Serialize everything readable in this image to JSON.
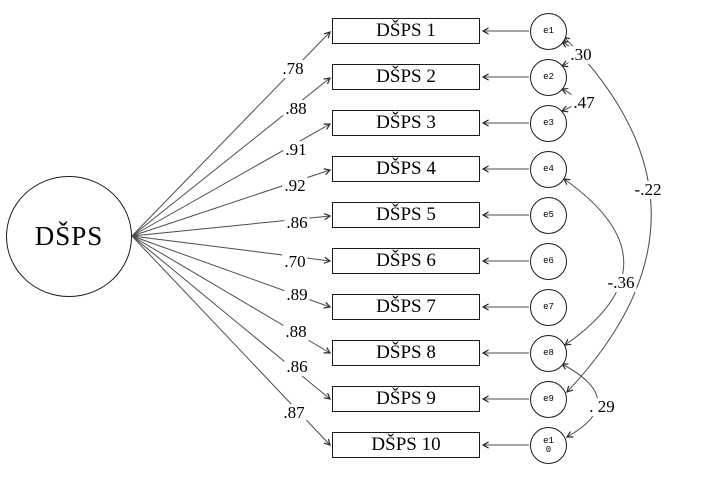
{
  "diagram": {
    "latent": {
      "label": "DŠPS"
    },
    "indicators": [
      {
        "label": "DŠPS 1",
        "loading": ".78",
        "error_label": "e1"
      },
      {
        "label": "DŠPS 2",
        "loading": ".88",
        "error_label": "e2"
      },
      {
        "label": "DŠPS 3",
        "loading": ".91",
        "error_label": "e3"
      },
      {
        "label": "DŠPS 4",
        "loading": ".92",
        "error_label": "e4"
      },
      {
        "label": "DŠPS 5",
        "loading": ".86",
        "error_label": "e5"
      },
      {
        "label": "DŠPS 6",
        "loading": ".70",
        "error_label": "e6"
      },
      {
        "label": "DŠPS 7",
        "loading": ".89",
        "error_label": "e7"
      },
      {
        "label": "DŠPS 8",
        "loading": ".88",
        "error_label": "e8"
      },
      {
        "label": "DŠPS 9",
        "loading": ".86",
        "error_label": "e9"
      },
      {
        "label": "DŠPS 10",
        "loading": ".87",
        "error_label": "e1\n0"
      }
    ],
    "error_correlations": [
      {
        "from": "e1",
        "to": "e2",
        "value": ".30"
      },
      {
        "from": "e2",
        "to": "e3",
        "value": ".47"
      },
      {
        "from": "e1",
        "to": "e9",
        "value": "-.22"
      },
      {
        "from": "e4",
        "to": "e8",
        "value": "-.36"
      },
      {
        "from": "e8",
        "to": "e10",
        "value": ". 29"
      }
    ]
  }
}
